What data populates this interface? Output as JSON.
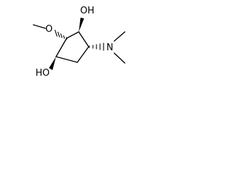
{
  "atoms": {
    "oh_top": "OH",
    "o_methoxy": "O",
    "n_dimethylamino": "N",
    "ho_bottom": "HO"
  },
  "colors": {
    "ink": "#000000",
    "background": "#ffffff"
  }
}
